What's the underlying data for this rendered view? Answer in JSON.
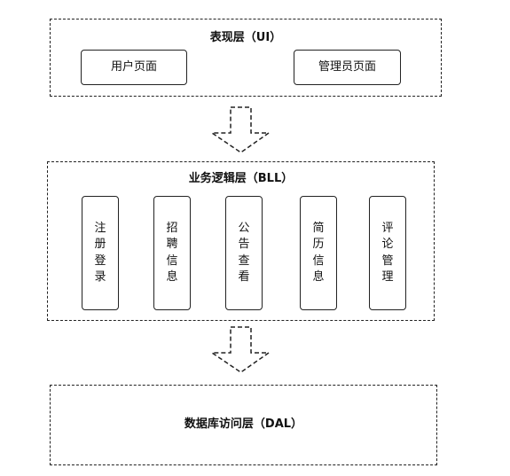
{
  "presentation_layer": {
    "title": "表现层（UI）",
    "modules": [
      {
        "label": "用户页面"
      },
      {
        "label": "管理员页面"
      }
    ]
  },
  "business_layer": {
    "title": "业务逻辑层（BLL）",
    "modules": [
      {
        "label": "注册登录"
      },
      {
        "label": "招聘信息"
      },
      {
        "label": "公告查看"
      },
      {
        "label": "简历信息"
      },
      {
        "label": "评论管理"
      }
    ]
  },
  "data_layer": {
    "title": "数据库访问层（DAL）"
  },
  "connectors": [
    {
      "icon": "dashed-down-arrow-icon"
    },
    {
      "icon": "dashed-down-arrow-icon"
    }
  ],
  "colors": {
    "line": "#222222",
    "background": "#ffffff",
    "text": "#111111"
  }
}
